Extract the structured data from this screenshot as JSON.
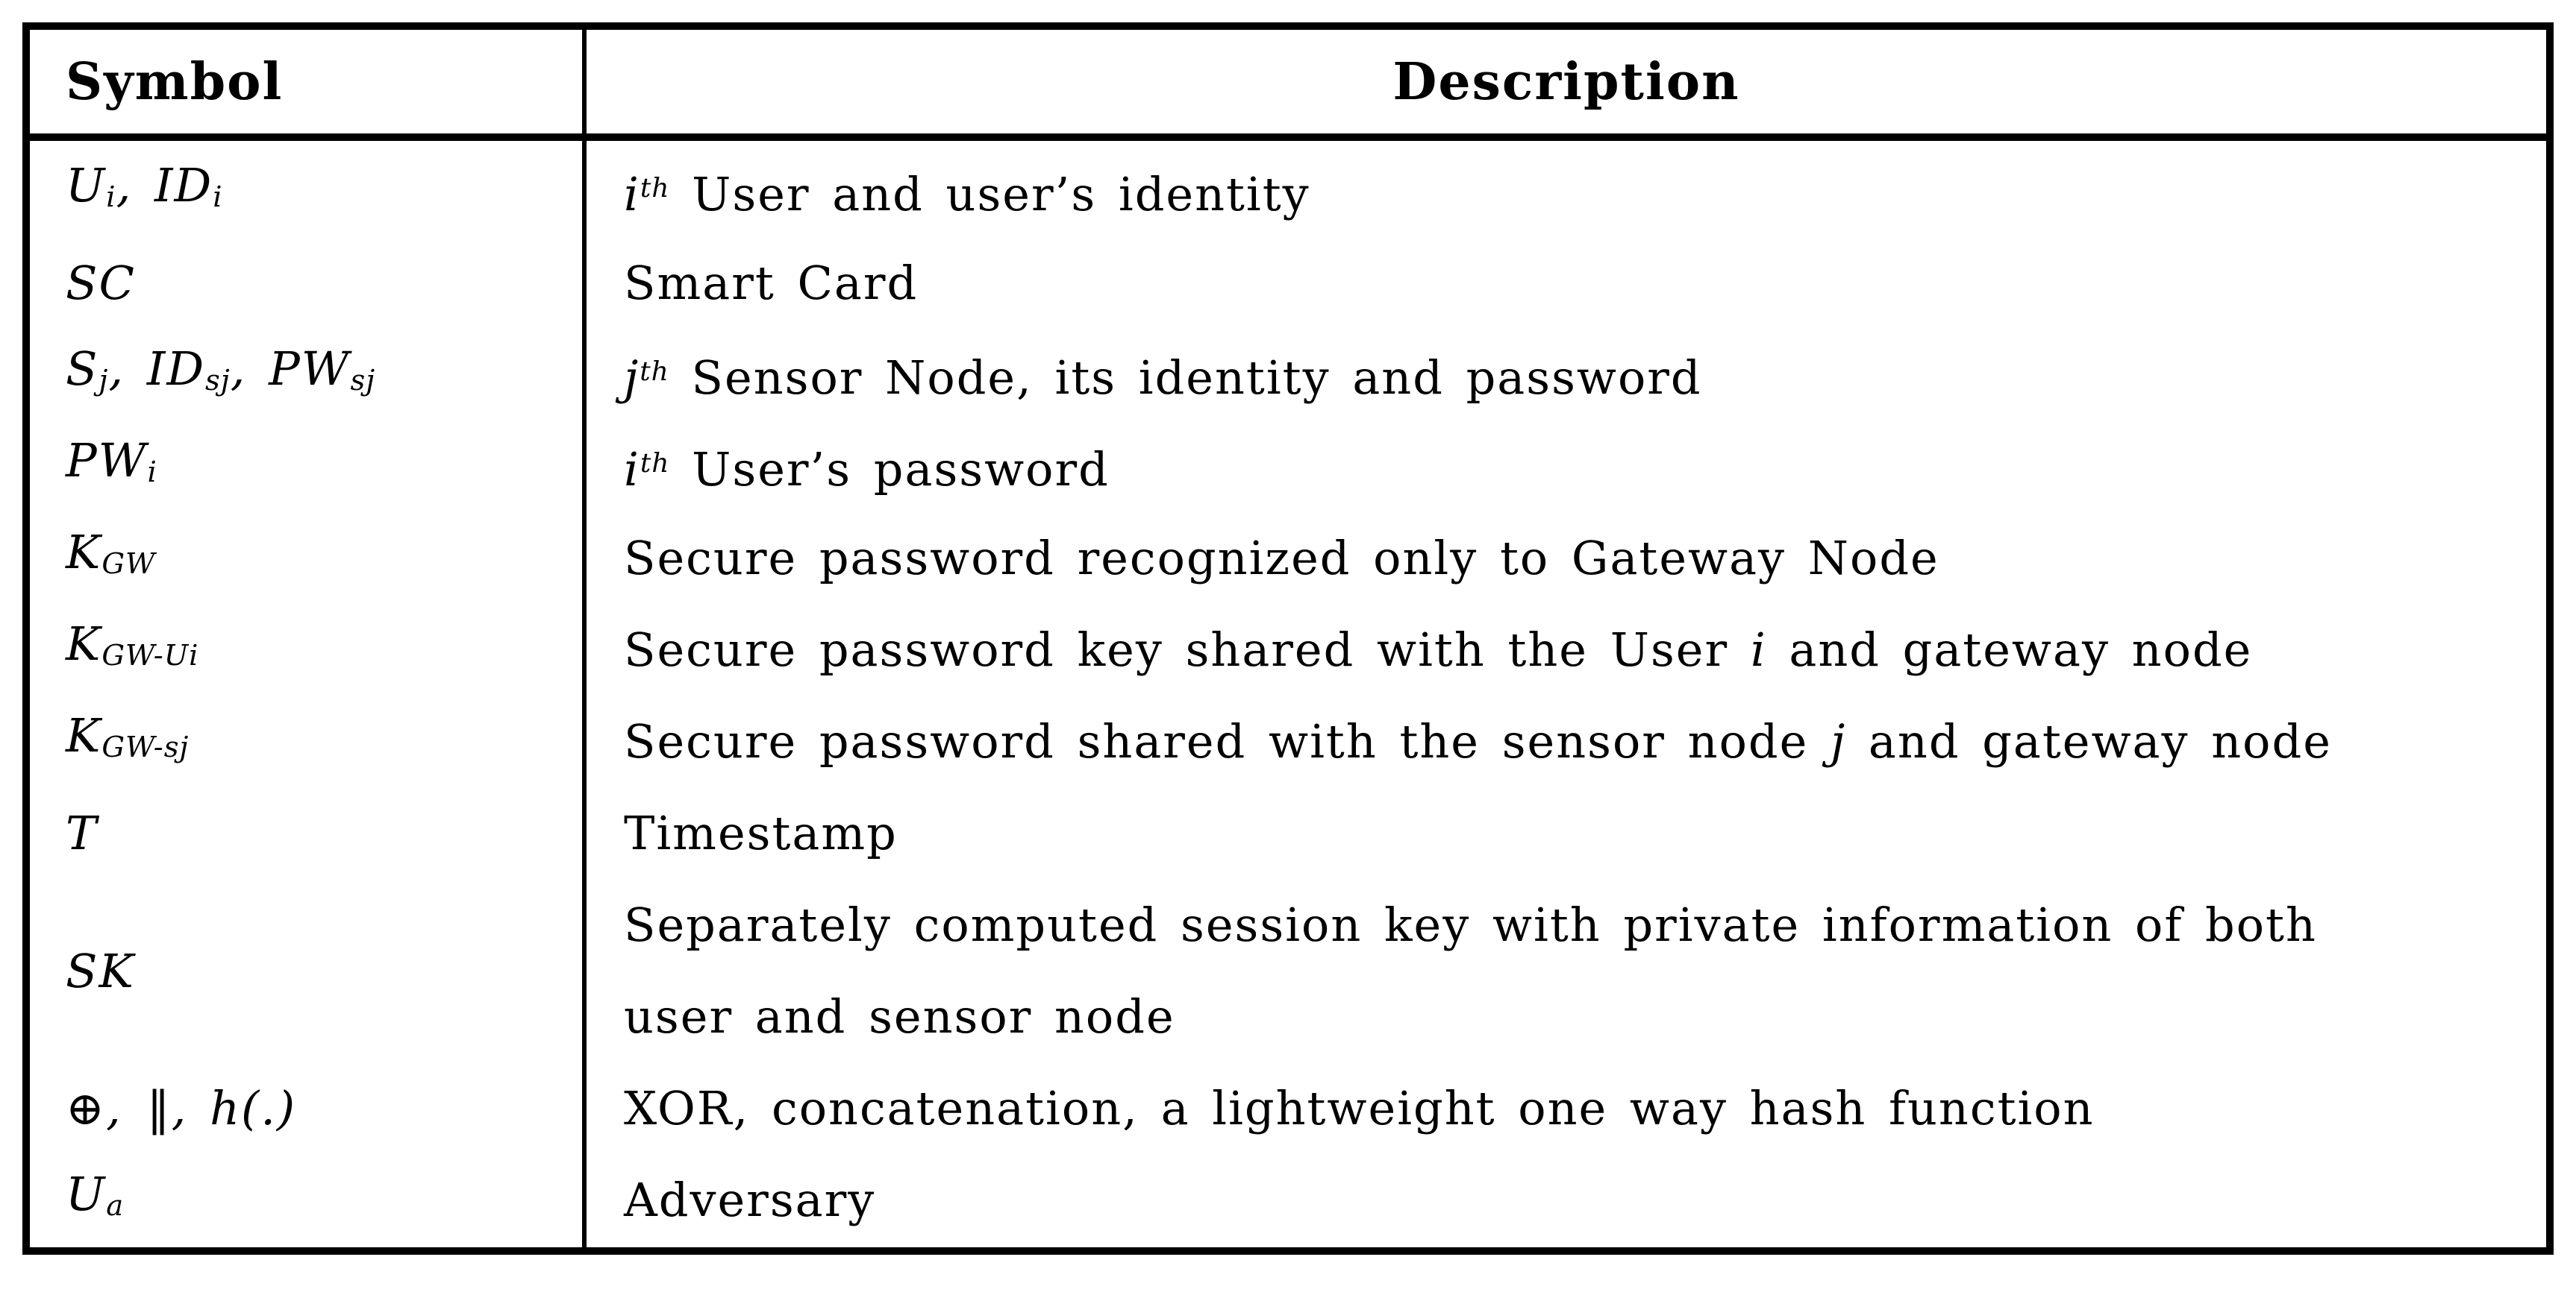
{
  "colors": {
    "border": "#000000",
    "text": "#000000",
    "background": "#ffffff"
  },
  "table": {
    "header": {
      "symbol": "Symbol",
      "description": "Description"
    },
    "rows": [
      {
        "symbol": [
          [
            "i",
            "U"
          ],
          [
            "sub",
            "i"
          ],
          [
            "i",
            ", ID"
          ],
          [
            "sub",
            "i"
          ]
        ],
        "description": [
          [
            "i",
            "i"
          ],
          [
            "sup",
            "th"
          ],
          [
            "n",
            " User and user’s identity"
          ]
        ]
      },
      {
        "symbol": [
          [
            "i",
            "SC"
          ]
        ],
        "description": [
          [
            "n",
            "Smart Card"
          ]
        ]
      },
      {
        "symbol": [
          [
            "i",
            "S"
          ],
          [
            "sub",
            "j"
          ],
          [
            "i",
            ", ID"
          ],
          [
            "sub",
            "sj"
          ],
          [
            "i",
            ", PW"
          ],
          [
            "sub",
            "sj"
          ]
        ],
        "description": [
          [
            "i",
            "j"
          ],
          [
            "sup",
            "th"
          ],
          [
            "n",
            " Sensor Node, its identity and password"
          ]
        ]
      },
      {
        "symbol": [
          [
            "i",
            "PW"
          ],
          [
            "sub",
            "i"
          ]
        ],
        "description": [
          [
            "i",
            "i"
          ],
          [
            "sup",
            "th"
          ],
          [
            "n",
            " User’s password"
          ]
        ]
      },
      {
        "symbol": [
          [
            "i",
            "K"
          ],
          [
            "sub",
            "GW"
          ]
        ],
        "description": [
          [
            "n",
            "Secure password recognized only to Gateway Node"
          ]
        ]
      },
      {
        "symbol": [
          [
            "i",
            "K"
          ],
          [
            "sub",
            "GW-Ui"
          ]
        ],
        "description": [
          [
            "n",
            "Secure password key shared with the User "
          ],
          [
            "i",
            "i"
          ],
          [
            "n",
            " and gateway node"
          ]
        ]
      },
      {
        "symbol": [
          [
            "i",
            "K"
          ],
          [
            "sub",
            "GW-sj"
          ]
        ],
        "description": [
          [
            "n",
            "Secure password shared with the sensor node "
          ],
          [
            "i",
            "j"
          ],
          [
            "n",
            " and gateway node"
          ]
        ]
      },
      {
        "symbol": [
          [
            "i",
            "T"
          ]
        ],
        "description": [
          [
            "n",
            "Timestamp"
          ]
        ]
      },
      {
        "symbol": [
          [
            "i",
            "SK"
          ]
        ],
        "description": [
          [
            "n",
            "Separately computed session key with private information of both"
          ],
          [
            "br",
            ""
          ],
          [
            "n",
            "user and sensor node"
          ]
        ],
        "tall": true
      },
      {
        "symbol": [
          [
            "n",
            "⊕, ‖, h(.)"
          ]
        ],
        "description": [
          [
            "n",
            "XOR, concatenation, a lightweight one way hash function"
          ]
        ]
      },
      {
        "symbol": [
          [
            "i",
            "U"
          ],
          [
            "sub",
            "a"
          ]
        ],
        "description": [
          [
            "n",
            "Adversary"
          ]
        ]
      }
    ]
  }
}
